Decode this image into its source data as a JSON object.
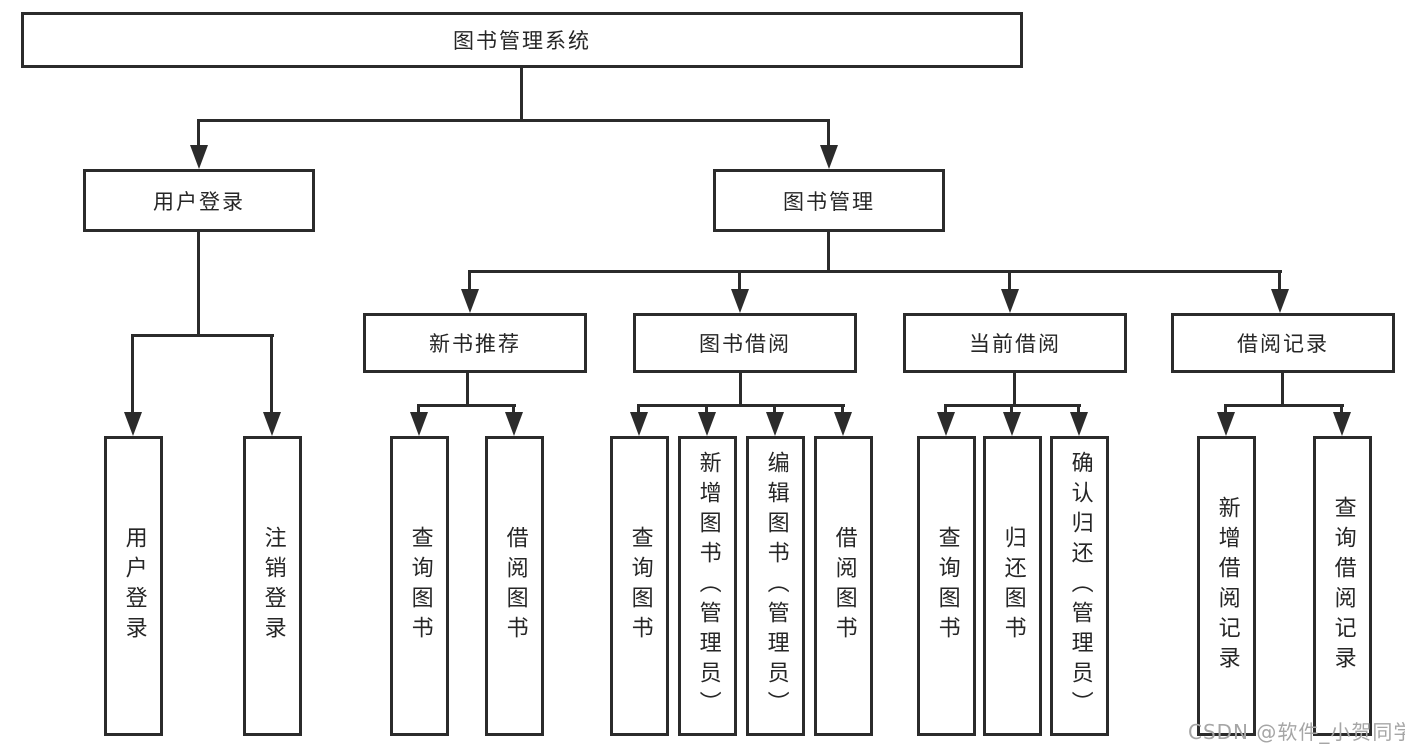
{
  "diagram": {
    "tree": {
      "label": "图书管理系统",
      "children": [
        {
          "label": "用户登录",
          "children": [
            {
              "label": "用户登录"
            },
            {
              "label": "注销登录"
            }
          ]
        },
        {
          "label": "图书管理",
          "children": [
            {
              "label": "新书推荐",
              "children": [
                {
                  "label": "查询图书"
                },
                {
                  "label": "借阅图书"
                }
              ]
            },
            {
              "label": "图书借阅",
              "children": [
                {
                  "label": "查询图书"
                },
                {
                  "label": "新增图书（管理员）"
                },
                {
                  "label": "编辑图书（管理员）"
                },
                {
                  "label": "借阅图书"
                }
              ]
            },
            {
              "label": "当前借阅",
              "children": [
                {
                  "label": "查询图书"
                },
                {
                  "label": "归还图书"
                },
                {
                  "label": "确认归还（管理员）"
                }
              ]
            },
            {
              "label": "借阅记录",
              "children": [
                {
                  "label": "新增借阅记录"
                },
                {
                  "label": "查询借阅记录"
                }
              ]
            }
          ]
        }
      ]
    },
    "watermark": "CSDN @软件_小贺同学",
    "colors": {
      "line": "#2b2b2b",
      "text": "#262626",
      "watermark": "#a6a6a6",
      "background": "#ffffff"
    }
  }
}
